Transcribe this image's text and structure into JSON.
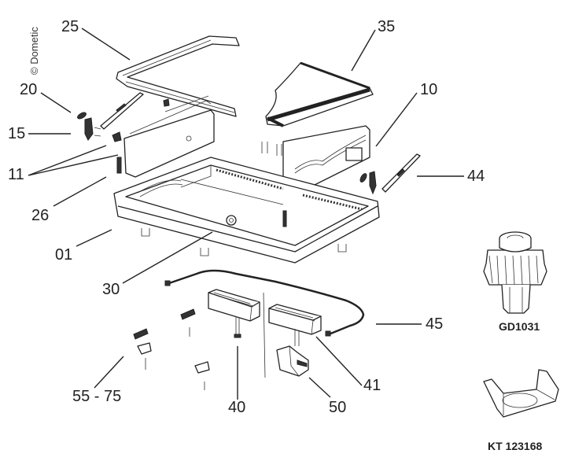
{
  "diagram": {
    "title": "Exploded parts view",
    "copyright": "© Dometic",
    "part_labels": [
      {
        "id": "25",
        "text": "25"
      },
      {
        "id": "35",
        "text": "35"
      },
      {
        "id": "20",
        "text": "20"
      },
      {
        "id": "10",
        "text": "10"
      },
      {
        "id": "15",
        "text": "15"
      },
      {
        "id": "11",
        "text": "11"
      },
      {
        "id": "44",
        "text": "44"
      },
      {
        "id": "26",
        "text": "26"
      },
      {
        "id": "01",
        "text": "01"
      },
      {
        "id": "30",
        "text": "30"
      },
      {
        "id": "45",
        "text": "45"
      },
      {
        "id": "41",
        "text": "41"
      },
      {
        "id": "55-75",
        "text": "55 - 75"
      },
      {
        "id": "40",
        "text": "40"
      },
      {
        "id": "50",
        "text": "50"
      }
    ],
    "accessories": [
      {
        "name": "gear",
        "code": "GD1031"
      },
      {
        "name": "clip",
        "code": "KT 123168"
      }
    ]
  }
}
